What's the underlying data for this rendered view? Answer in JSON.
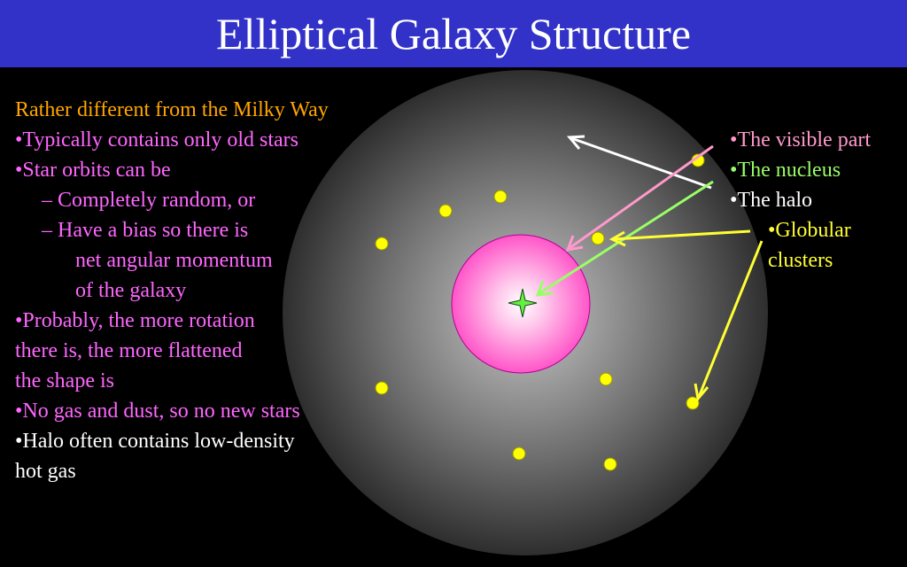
{
  "title": "Elliptical Galaxy Structure",
  "left_text": {
    "intro": "Rather different from the Milky Way",
    "bullets": {
      "b1": "•Typically contains only old stars",
      "b2": "•Star orbits can be",
      "b2a": "–  Completely random, or",
      "b2b_1": "–  Have a bias so there is",
      "b2b_2": "net angular momentum",
      "b2b_3": "of the galaxy",
      "b3_1": "•Probably, the more rotation",
      "b3_2": "there is, the more flattened",
      "b3_3": "the shape is",
      "b4": "•No gas and dust, so no new stars",
      "b5_1": "•Halo often contains low-density",
      "b5_2": "hot gas"
    }
  },
  "labels": {
    "visible_part": "•The visible part",
    "nucleus": "•The nucleus",
    "halo": "•The halo",
    "globular_1": "•Globular",
    "globular_2": "clusters"
  },
  "colors": {
    "title_bar": "#3232c8",
    "intro_text": "#ffa500",
    "bullet_text": "#ff66ff",
    "visible_part": "#ff99cc",
    "nucleus": "#99ff66",
    "halo": "#ffffff",
    "globular_clusters": "#ffff33"
  }
}
